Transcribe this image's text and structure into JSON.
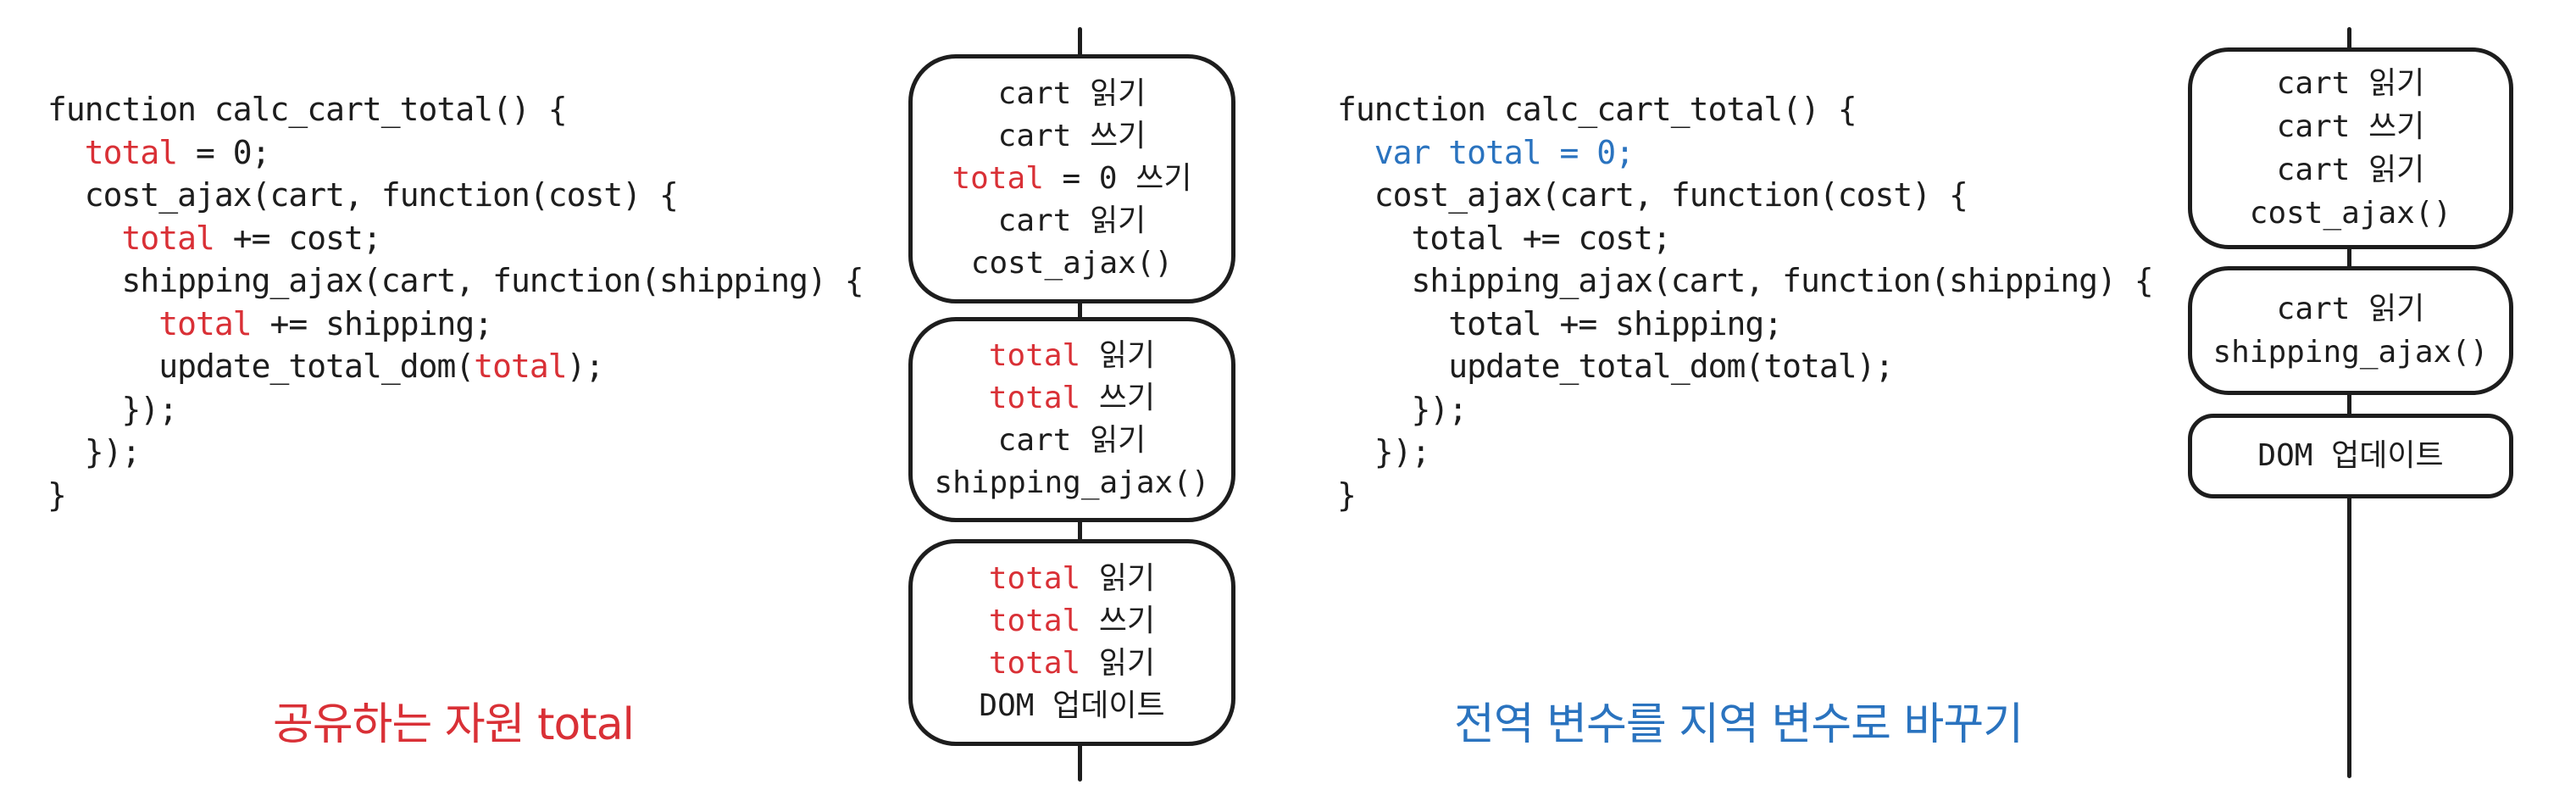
{
  "left_panel": {
    "code_lines": [
      {
        "indent": "",
        "parts": [
          {
            "text": "function calc_cart_total() {",
            "color": "default"
          }
        ]
      },
      {
        "indent": "  ",
        "parts": [
          {
            "text": "total",
            "color": "red"
          },
          {
            "text": " = 0;",
            "color": "default"
          }
        ]
      },
      {
        "indent": "  ",
        "parts": [
          {
            "text": "cost_ajax(cart, function(cost) {",
            "color": "default"
          }
        ]
      },
      {
        "indent": "    ",
        "parts": [
          {
            "text": "total",
            "color": "red"
          },
          {
            "text": " += cost;",
            "color": "default"
          }
        ]
      },
      {
        "indent": "    ",
        "parts": [
          {
            "text": "shipping_ajax(cart, function(shipping) {",
            "color": "default"
          }
        ]
      },
      {
        "indent": "      ",
        "parts": [
          {
            "text": "total",
            "color": "red"
          },
          {
            "text": " += shipping;",
            "color": "default"
          }
        ]
      },
      {
        "indent": "      ",
        "parts": [
          {
            "text": "update_total_dom(",
            "color": "default"
          },
          {
            "text": "total",
            "color": "red"
          },
          {
            "text": ");",
            "color": "default"
          }
        ]
      },
      {
        "indent": "    ",
        "parts": [
          {
            "text": "});",
            "color": "default"
          }
        ]
      },
      {
        "indent": "  ",
        "parts": [
          {
            "text": "});",
            "color": "default"
          }
        ]
      },
      {
        "indent": "",
        "parts": [
          {
            "text": "}",
            "color": "default"
          }
        ]
      }
    ],
    "caption": "공유하는 자원 total",
    "caption_color": "#d93036",
    "timeline": {
      "boxes": [
        {
          "ops": [
            {
              "subject": "cart",
              "subject_color": "default",
              "action": "읽기"
            },
            {
              "subject": "cart",
              "subject_color": "default",
              "action": "쓰기"
            },
            {
              "subject": "total",
              "subject_color": "red",
              "middle": " = 0 ",
              "action": "쓰기"
            },
            {
              "subject": "cart",
              "subject_color": "default",
              "action": "읽기"
            },
            {
              "subject": "cost_ajax()",
              "subject_color": "default",
              "action": ""
            }
          ]
        },
        {
          "ops": [
            {
              "subject": "total",
              "subject_color": "red",
              "action": "읽기"
            },
            {
              "subject": "total",
              "subject_color": "red",
              "action": "쓰기"
            },
            {
              "subject": "cart",
              "subject_color": "default",
              "action": "읽기"
            },
            {
              "subject": "shipping_ajax()",
              "subject_color": "default",
              "action": ""
            }
          ]
        },
        {
          "ops": [
            {
              "subject": "total",
              "subject_color": "red",
              "action": "읽기"
            },
            {
              "subject": "total",
              "subject_color": "red",
              "action": "쓰기"
            },
            {
              "subject": "total",
              "subject_color": "red",
              "action": "읽기"
            },
            {
              "subject": "DOM",
              "subject_color": "default",
              "action": "업데이트"
            }
          ]
        }
      ]
    }
  },
  "right_panel": {
    "code_lines": [
      {
        "indent": "",
        "parts": [
          {
            "text": "function calc_cart_total() {",
            "color": "default"
          }
        ]
      },
      {
        "indent": "  ",
        "parts": [
          {
            "text": "var total = 0;",
            "color": "blue"
          }
        ]
      },
      {
        "indent": "  ",
        "parts": [
          {
            "text": "cost_ajax(cart, function(cost) {",
            "color": "default"
          }
        ]
      },
      {
        "indent": "    ",
        "parts": [
          {
            "text": "total += cost;",
            "color": "default"
          }
        ]
      },
      {
        "indent": "    ",
        "parts": [
          {
            "text": "shipping_ajax(cart, function(shipping) {",
            "color": "default"
          }
        ]
      },
      {
        "indent": "      ",
        "parts": [
          {
            "text": "total += shipping;",
            "color": "default"
          }
        ]
      },
      {
        "indent": "      ",
        "parts": [
          {
            "text": "update_total_dom(total);",
            "color": "default"
          }
        ]
      },
      {
        "indent": "    ",
        "parts": [
          {
            "text": "});",
            "color": "default"
          }
        ]
      },
      {
        "indent": "  ",
        "parts": [
          {
            "text": "});",
            "color": "default"
          }
        ]
      },
      {
        "indent": "",
        "parts": [
          {
            "text": "}",
            "color": "default"
          }
        ]
      }
    ],
    "caption": "전역 변수를 지역 변수로 바꾸기",
    "caption_color": "#2a73bf",
    "timeline": {
      "boxes": [
        {
          "ops": [
            {
              "subject": "cart",
              "subject_color": "default",
              "action": "읽기"
            },
            {
              "subject": "cart",
              "subject_color": "default",
              "action": "쓰기"
            },
            {
              "subject": "cart",
              "subject_color": "default",
              "action": "읽기"
            },
            {
              "subject": "cost_ajax()",
              "subject_color": "default",
              "action": ""
            }
          ]
        },
        {
          "ops": [
            {
              "subject": "cart",
              "subject_color": "default",
              "action": "읽기"
            },
            {
              "subject": "shipping_ajax()",
              "subject_color": "default",
              "action": ""
            }
          ]
        },
        {
          "ops": [
            {
              "subject": "DOM",
              "subject_color": "default",
              "action": "업데이트"
            }
          ]
        }
      ]
    }
  },
  "colors": {
    "red": "#d93036",
    "blue": "#2a73bf",
    "ink": "#1d1d1d"
  }
}
